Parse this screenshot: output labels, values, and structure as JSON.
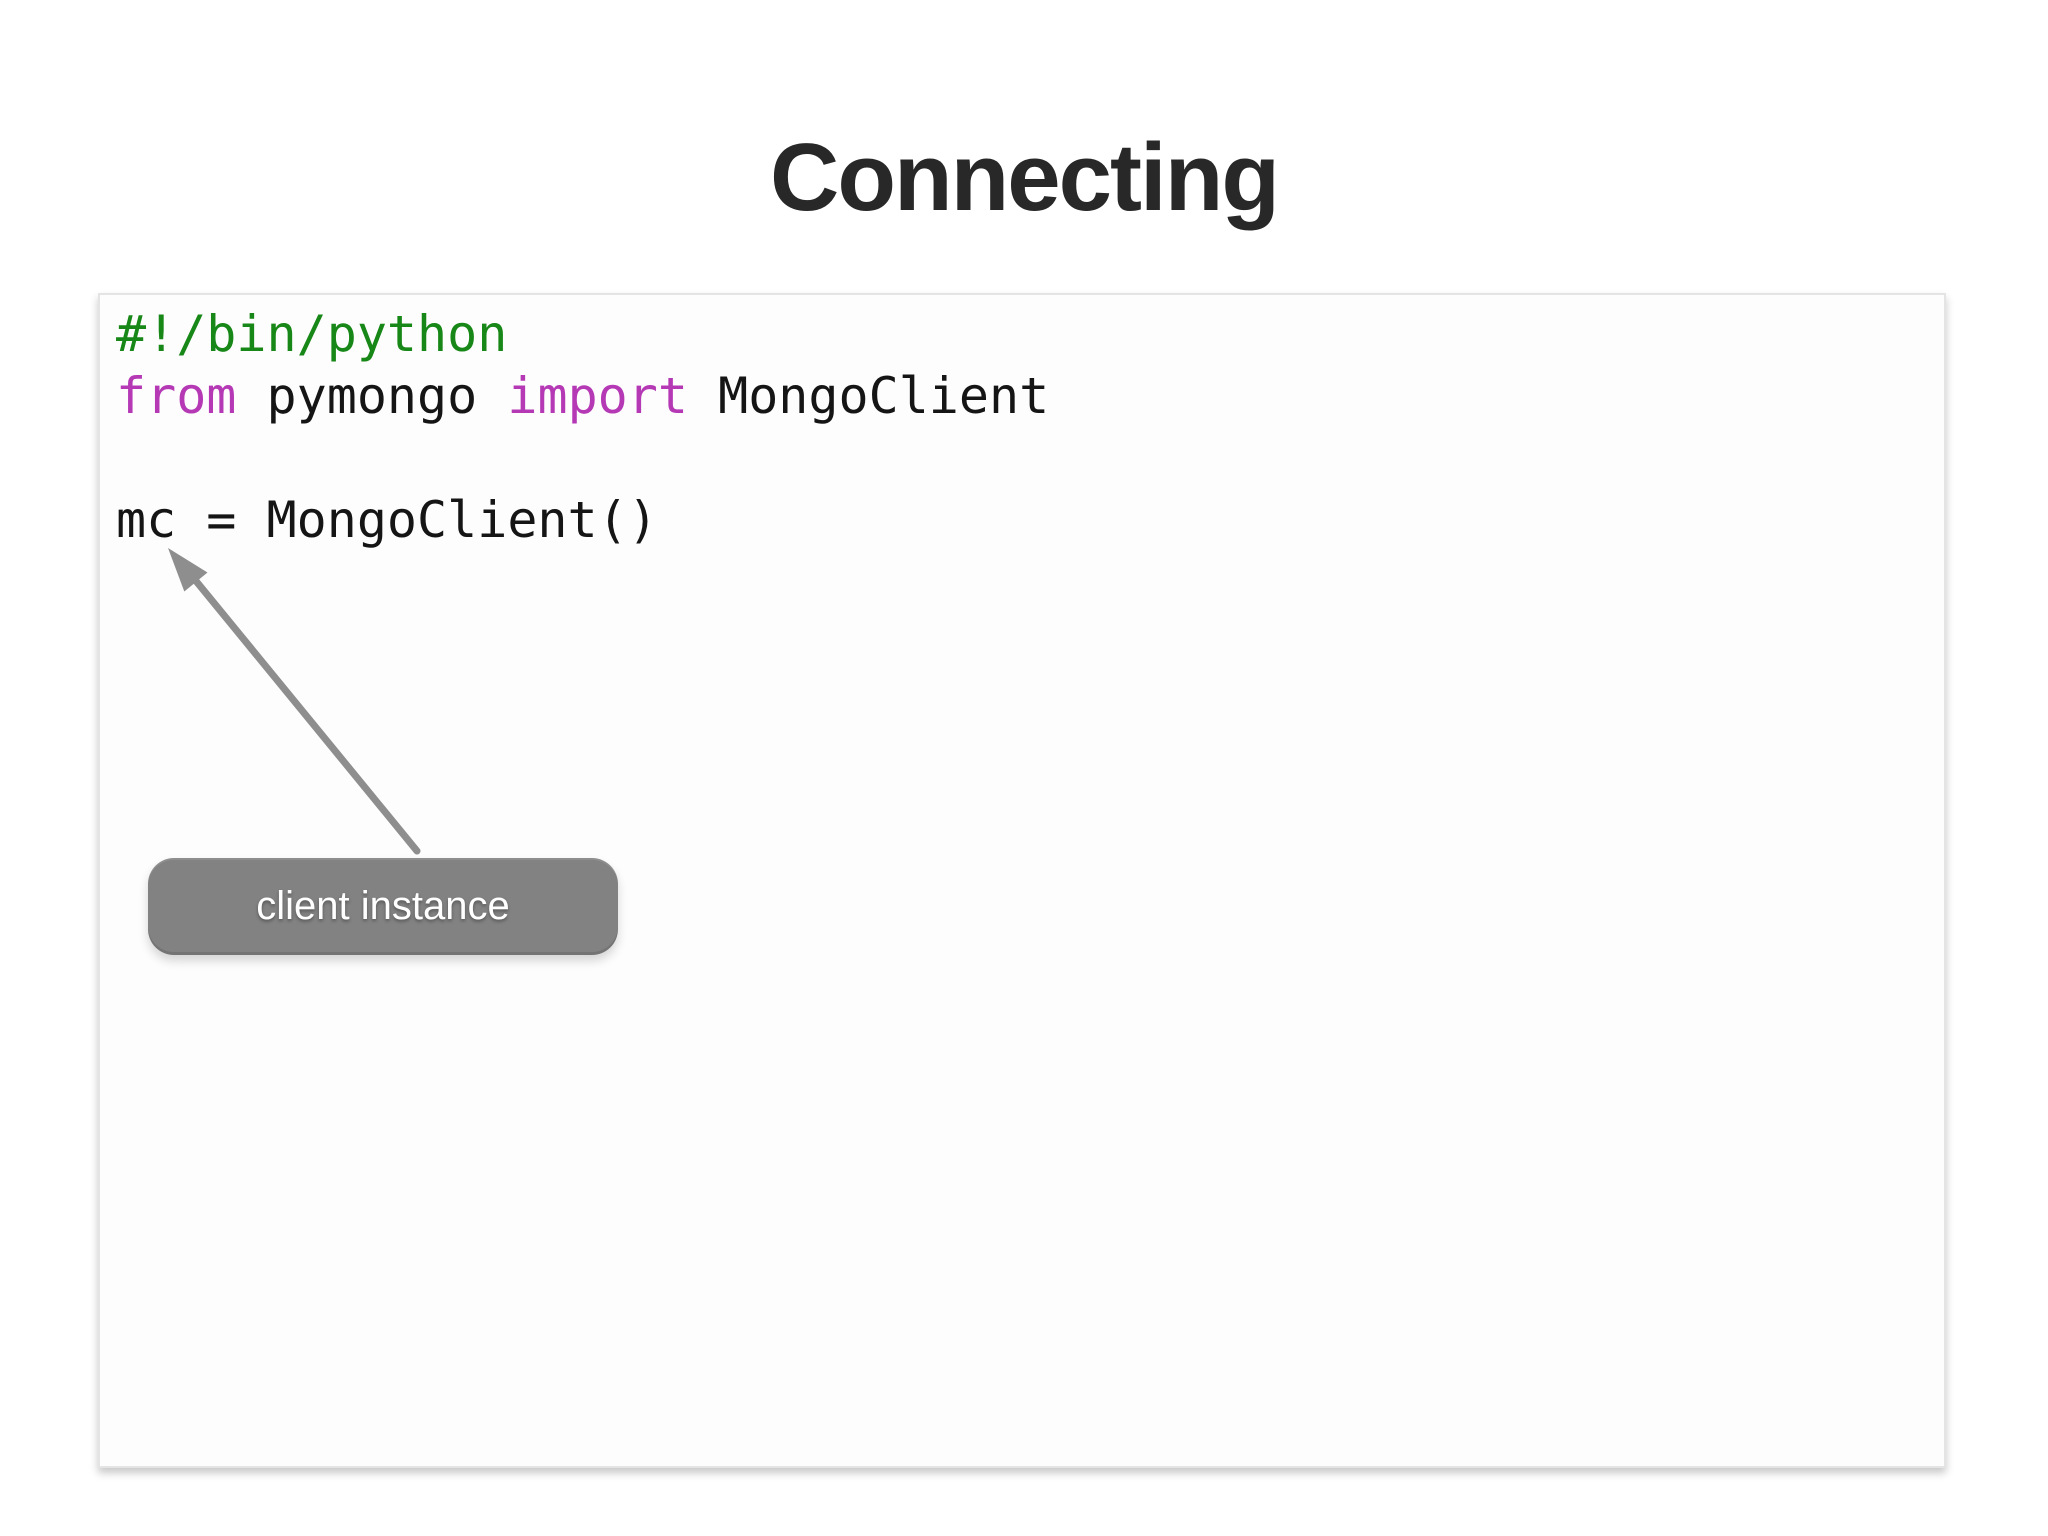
{
  "title": "Connecting",
  "code": {
    "shebang": "#!/bin/python",
    "from_kw": "from",
    "module": " pymongo ",
    "import_kw": "import",
    "class_name": " MongoClient",
    "assignment": "mc = MongoClient()"
  },
  "callout": {
    "label": "client instance",
    "arrow_icon": "up-left-arrow"
  },
  "colors": {
    "background": "#ffffff",
    "title_text": "#282828",
    "code_text": "#151515",
    "comment_green": "#178717",
    "keyword_magenta": "#b538b5",
    "panel_background": "#fdfdfd",
    "panel_border": "#e4e4e4",
    "badge_background": "#828282",
    "badge_text": "#ffffff",
    "arrow_gray": "#8e8e8e"
  }
}
